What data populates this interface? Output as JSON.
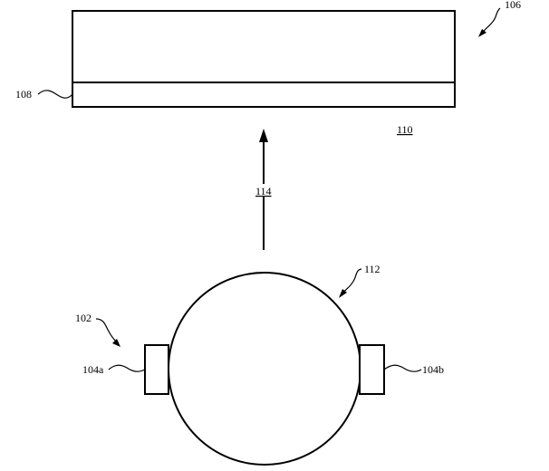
{
  "labels": {
    "panel": "106",
    "panel_layer": "108",
    "region": "110",
    "sphere": "112",
    "direction_arrow": "114",
    "assembly": "102",
    "left_module": "104a",
    "right_module": "104b"
  },
  "colors": {
    "stroke": "#000000",
    "background": "#ffffff"
  }
}
